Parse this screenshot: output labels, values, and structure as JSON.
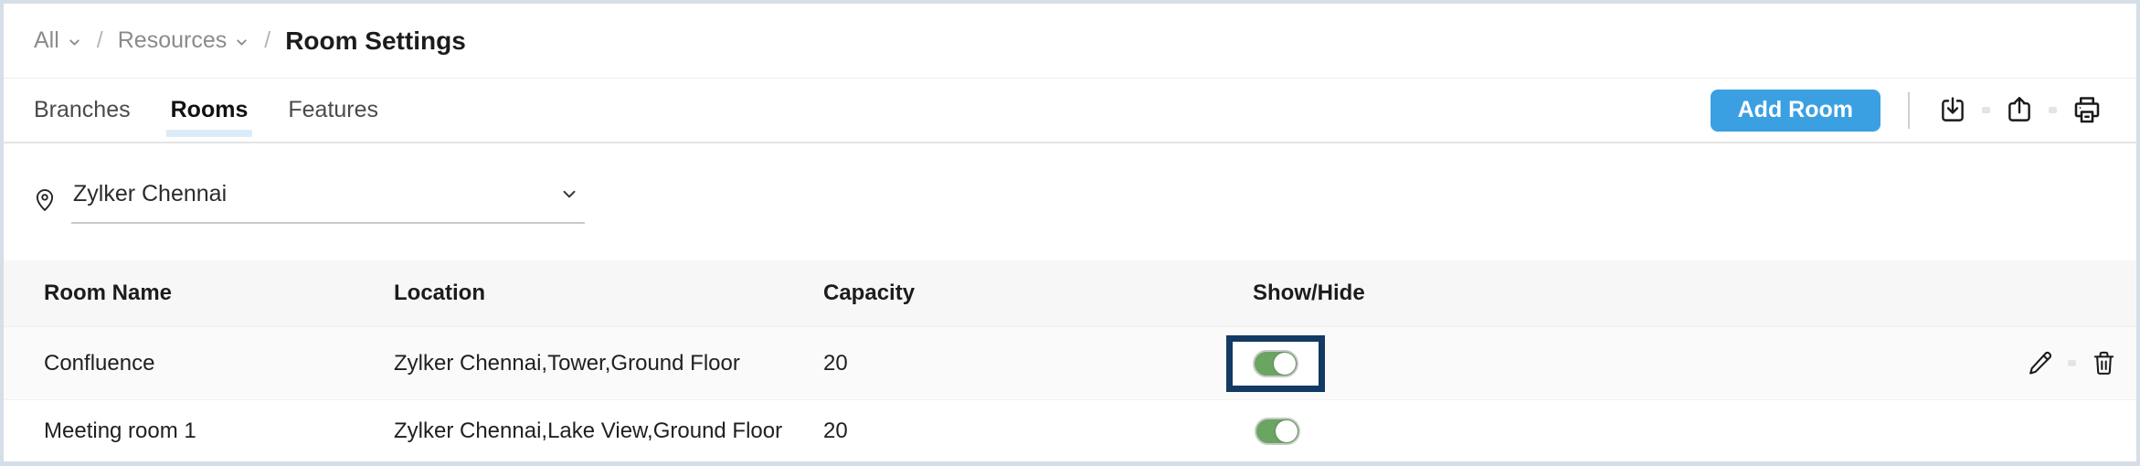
{
  "breadcrumb": {
    "separator": "/",
    "items": [
      {
        "label": "All"
      },
      {
        "label": "Resources"
      },
      {
        "label": "Room Settings"
      }
    ]
  },
  "tabs": [
    {
      "label": "Branches",
      "active": false
    },
    {
      "label": "Rooms",
      "active": true
    },
    {
      "label": "Features",
      "active": false
    }
  ],
  "toolbar": {
    "add_room_label": "Add Room",
    "icons": [
      "import",
      "export",
      "print"
    ]
  },
  "filter": {
    "location_value": "Zylker Chennai"
  },
  "table": {
    "columns": {
      "room_name": "Room Name",
      "location": "Location",
      "capacity": "Capacity",
      "show_hide": "Show/Hide"
    },
    "rows": [
      {
        "room_name": "Confluence",
        "location": "Zylker Chennai,Tower,Ground Floor",
        "capacity": "20",
        "toggle_on": true,
        "toggle_highlighted": true,
        "actions_visible": true
      },
      {
        "room_name": "Meeting room 1",
        "location": "Zylker Chennai,Lake View,Ground Floor",
        "capacity": "20",
        "toggle_on": true,
        "toggle_highlighted": false,
        "actions_visible": false
      }
    ]
  },
  "colors": {
    "accent_blue": "#3ba0e2",
    "toggle_on_green": "#6aa562",
    "highlight_navy": "#123a63",
    "tab_underline": "#dcebf8",
    "frame_border": "#d6dee8"
  }
}
